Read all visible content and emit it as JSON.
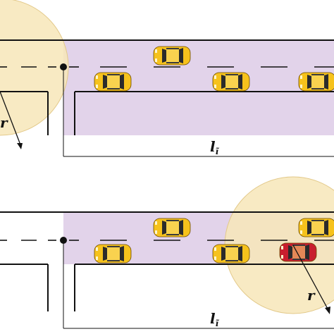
{
  "diagram": {
    "top_panel": {
      "radius_label": "r",
      "length_label": "l",
      "length_subscript": "ĩ"
    },
    "bottom_panel": {
      "radius_label": "r",
      "length_label": "l",
      "length_subscript": "ĩ"
    }
  },
  "colors": {
    "coverage_circle_fill": "#f7e6b8",
    "coverage_circle_stroke": "#e3c98a",
    "segment_highlight": "#e2d3ea",
    "car_yellow": "#f6c21c",
    "car_red": "#c81e2e",
    "road_line": "#111111"
  }
}
